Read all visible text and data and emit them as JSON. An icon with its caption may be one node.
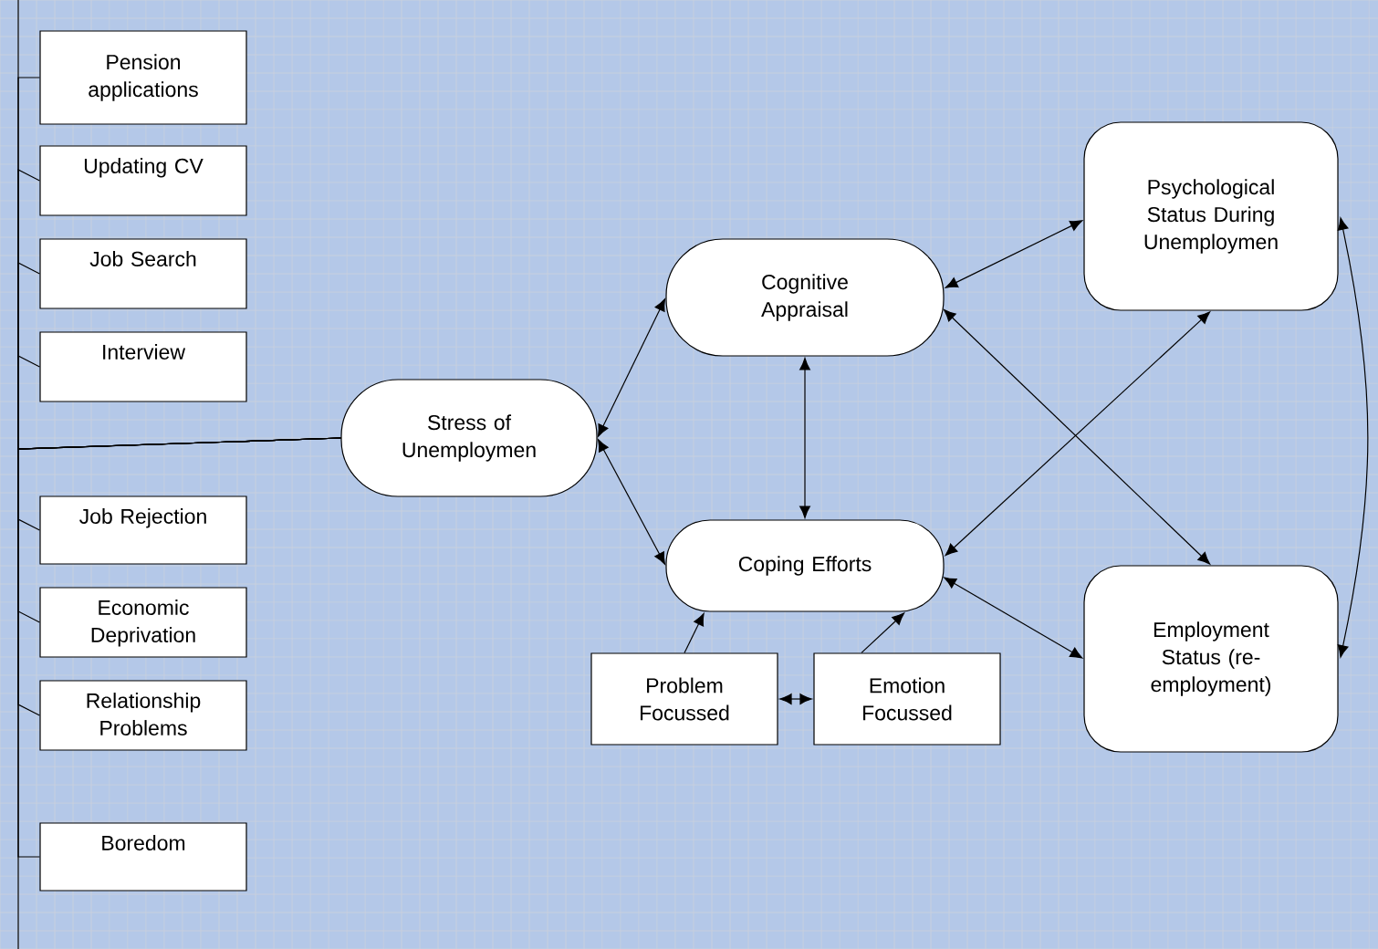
{
  "diagram": {
    "nodes": [
      {
        "text": [
          "Pension applications"
        ]
      },
      {
        "text": [
          "Updating CV"
        ]
      },
      {
        "text": [
          "Job Search"
        ]
      },
      {
        "text": [
          "Interview"
        ]
      },
      {
        "text": [
          "Job Rejection"
        ]
      },
      {
        "text": [
          "Economic Deprivation"
        ]
      },
      {
        "text": [
          "Relationship Problems"
        ]
      },
      {
        "text": [
          "Boredom"
        ]
      },
      {
        "text": [
          "Stress of Unemploymen"
        ]
      },
      {
        "text": [
          "Cognitive Appraisal"
        ]
      },
      {
        "text": [
          "Coping Efforts"
        ]
      },
      {
        "text": [
          "Problem Focussed"
        ]
      },
      {
        "text": [
          "Emotion Focussed"
        ]
      },
      {
        "text": [
          "Psychological Status During Unemploymen"
        ]
      },
      {
        "text": [
          "Employment Status (re-employment)"
        ]
      }
    ],
    "edges": [
      {
        "from": 0,
        "to": 8,
        "arrow": "none"
      },
      {
        "from": 1,
        "to": 8,
        "arrow": "none"
      },
      {
        "from": 2,
        "to": 8,
        "arrow": "none"
      },
      {
        "from": 3,
        "to": 8,
        "arrow": "none"
      },
      {
        "from": 4,
        "to": 8,
        "arrow": "none"
      },
      {
        "from": 5,
        "to": 8,
        "arrow": "none"
      },
      {
        "from": 6,
        "to": 8,
        "arrow": "none"
      },
      {
        "from": 7,
        "to": 8,
        "arrow": "none"
      },
      {
        "from": 8,
        "to": 9,
        "arrow": "both"
      },
      {
        "from": 8,
        "to": 10,
        "arrow": "both"
      },
      {
        "from": 9,
        "to": 10,
        "arrow": "both"
      },
      {
        "from": 11,
        "to": 10,
        "arrow": "to"
      },
      {
        "from": 12,
        "to": 10,
        "arrow": "to"
      },
      {
        "from": 11,
        "to": 12,
        "arrow": "both"
      },
      {
        "from": 9,
        "to": 13,
        "arrow": "both"
      },
      {
        "from": 9,
        "to": 14,
        "arrow": "both"
      },
      {
        "from": 10,
        "to": 13,
        "arrow": "both"
      },
      {
        "from": 10,
        "to": 14,
        "arrow": "both"
      },
      {
        "from": 13,
        "to": 14,
        "arrow": "both"
      }
    ]
  }
}
